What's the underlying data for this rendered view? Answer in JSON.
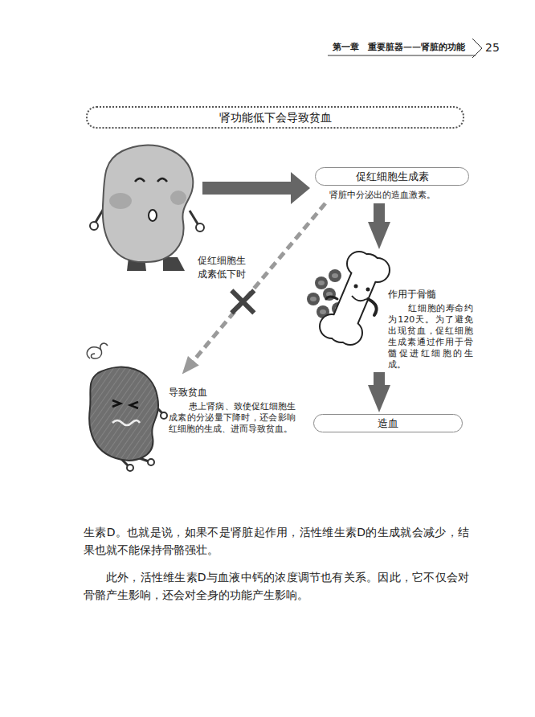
{
  "diagram": {
    "title": "肾功能低下会导致贫血",
    "nodes": [
      {
        "text": [
          "促红细胞生成素",
          "肾脏中分泌出的造血激素。"
        ]
      },
      {
        "text": [
          "作用于骨髓",
          "红细胞的寿命约为120天。为了避免出现贫血，促红细胞生成素通过作用于骨髓促进红细胞的生成。"
        ]
      },
      {
        "text": [
          "造血"
        ]
      },
      {
        "text": [
          "导致贫血",
          "患上肾病、致使促红细胞生成素的分泌量下降时，还会影响红细胞的生成、进而导致贫血。"
        ]
      }
    ],
    "edges": [
      {
        "from": 0,
        "to": 1,
        "arrow": "to"
      },
      {
        "from": 1,
        "to": 2,
        "arrow": "to"
      },
      {
        "from": 0,
        "to": 3,
        "arrow": "to",
        "label": "促红细胞生成素低下时"
      }
    ],
    "labels": [
      "第一章　重要脏器——肾脏的功能",
      "25",
      "生素D。也就是说，如果不是肾脏起作用，活性维生素D的生成就会减少，结果也就不能保持骨骼强壮。",
      "此外，活性维生素D与血液中钙的浓度调节也有关系。因此，它不仅会对骨骼产生影响，还会对全身的功能产生影响。"
    ]
  }
}
